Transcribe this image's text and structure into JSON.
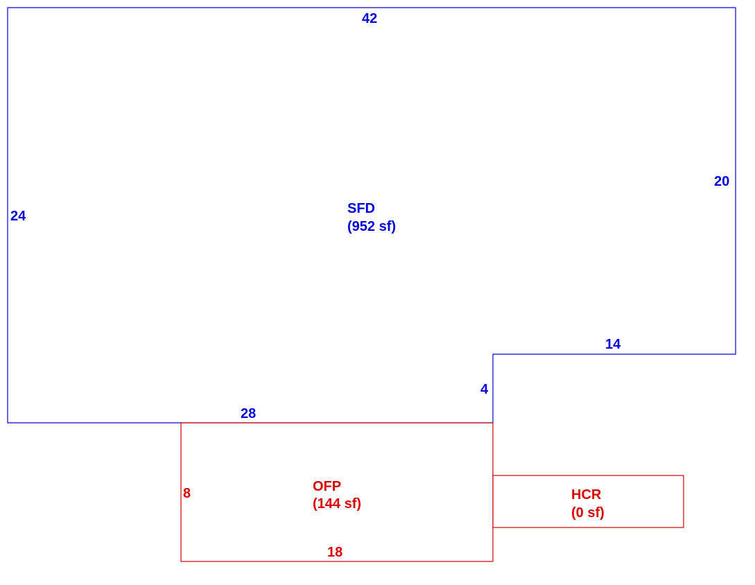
{
  "colors": {
    "main": "#0000dd",
    "porch": "#dd0000",
    "background": "#ffffff"
  },
  "areas": {
    "sfd": {
      "code": "SFD",
      "area": "(952 sf)"
    },
    "ofp": {
      "code": "OFP",
      "area": "(144 sf)"
    },
    "hcr": {
      "code": "HCR",
      "area": "(0 sf)"
    }
  },
  "dimensions": {
    "sfd_top": "42",
    "sfd_left": "24",
    "sfd_right": "20",
    "sfd_step_top": "14",
    "sfd_step_side": "4",
    "sfd_bottom": "28",
    "ofp_left": "8",
    "ofp_bottom": "18"
  }
}
